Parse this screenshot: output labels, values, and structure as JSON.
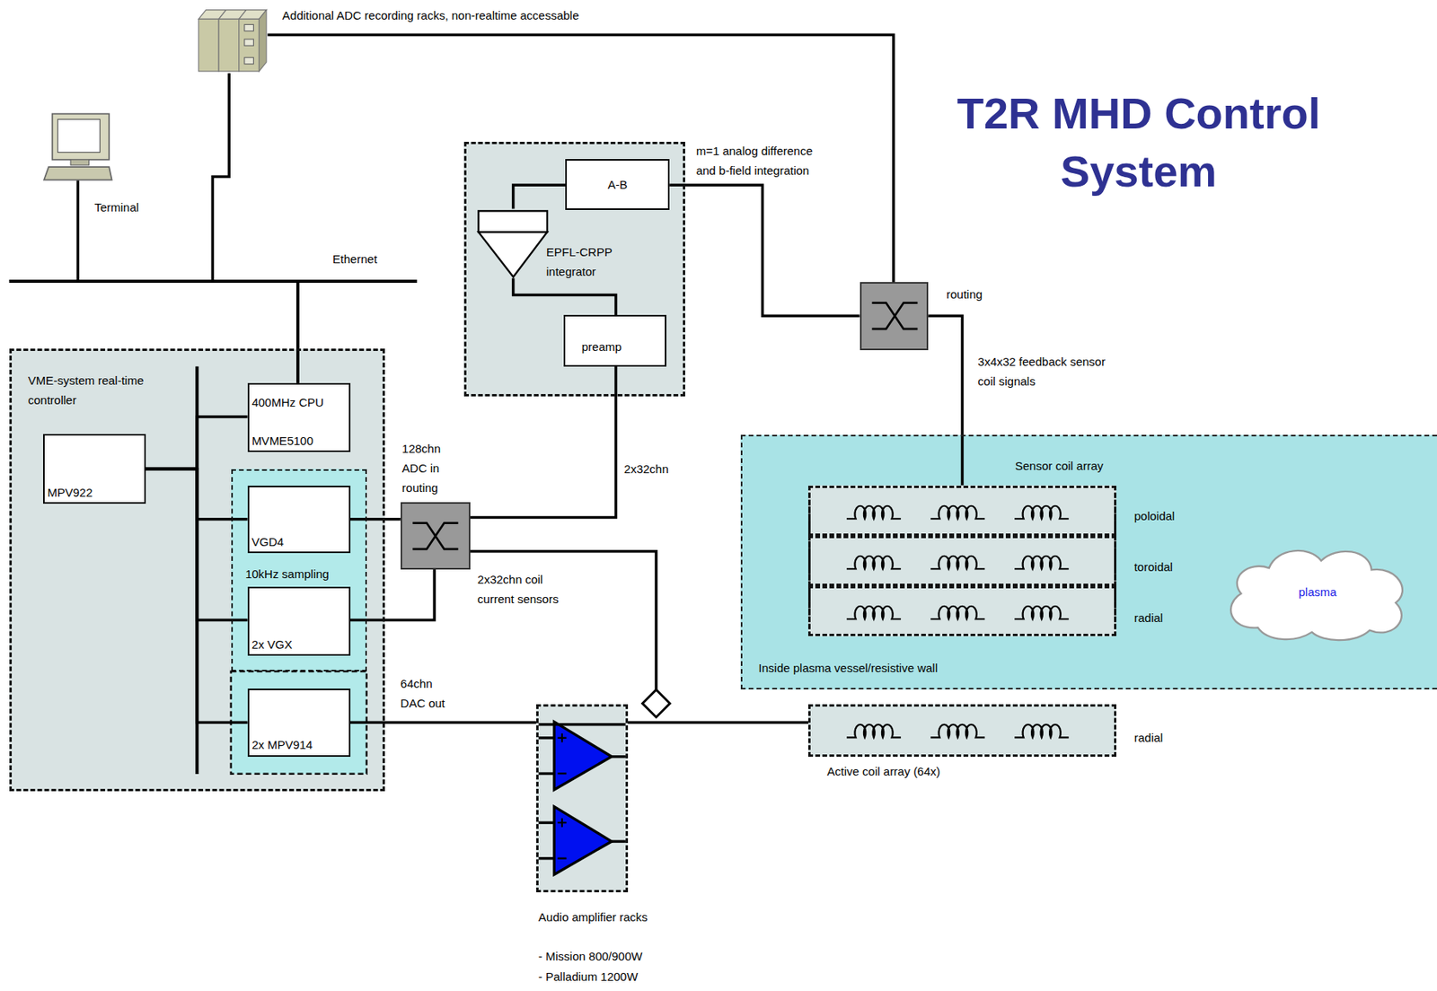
{
  "diagram": {
    "title": "T2R MHD Control System",
    "nodes": [
      {
        "text": [
          "Additional ADC recording racks, non-realtime accessable"
        ]
      },
      {
        "text": [
          "Terminal"
        ]
      },
      {
        "text": [
          "m=1 analog difference and b-field integration"
        ]
      },
      {
        "text": [
          "A-B"
        ],
        "in": 2
      },
      {
        "text": [
          "EPFL-CRPP integrator"
        ],
        "in": 2
      },
      {
        "text": [
          "preamp"
        ],
        "in": 2
      },
      {
        "text": [
          "routing"
        ]
      },
      {
        "text": [
          "VME-system real-time controller"
        ]
      },
      {
        "text": [
          "400MHz CPU",
          "MVME5100"
        ],
        "in": 7
      },
      {
        "text": [
          "MPV922"
        ],
        "in": 7
      },
      {
        "text": [
          "10kHz sampling"
        ],
        "in": 7
      },
      {
        "text": [
          "VGD4"
        ],
        "in": 10
      },
      {
        "text": [
          "2x VGX"
        ],
        "in": 10
      },
      {
        "text": [
          "2x MPV914"
        ],
        "in": 7
      },
      {
        "text": [
          "128chn ADC in routing"
        ]
      },
      {
        "text": [
          "Inside plasma vessel/resistive wall"
        ]
      },
      {
        "text": [
          "Sensor coil array"
        ],
        "in": 15
      },
      {
        "text": [
          "poloidal"
        ],
        "in": 16
      },
      {
        "text": [
          "toroidal"
        ],
        "in": 16
      },
      {
        "text": [
          "radial"
        ],
        "in": 16
      },
      {
        "text": [
          "plasma"
        ],
        "in": 15
      },
      {
        "text": [
          "Audio amplifier racks",
          "- Mission 800/900W",
          "- Palladium 1200W"
        ]
      },
      {
        "text": [
          "radial",
          "Active coil array (64x)"
        ]
      }
    ],
    "edges": [
      {
        "from": 1,
        "to": 8,
        "arrow": "none"
      },
      {
        "from": 0,
        "to": 8,
        "arrow": "none"
      },
      {
        "from": 3,
        "to": 4,
        "arrow": "none"
      },
      {
        "from": 4,
        "to": 5,
        "arrow": "none"
      },
      {
        "from": 5,
        "to": 14,
        "label": "2x32chn",
        "arrow": "none"
      },
      {
        "from": 3,
        "to": 6,
        "arrow": "none"
      },
      {
        "from": 6,
        "to": 0,
        "arrow": "none"
      },
      {
        "from": 16,
        "to": 6,
        "label": "3x4x32 feedback sensor coil signals",
        "arrow": "none"
      },
      {
        "from": 9,
        "to": 8,
        "arrow": "none"
      },
      {
        "from": 9,
        "to": 11,
        "arrow": "none"
      },
      {
        "from": 9,
        "to": 12,
        "arrow": "none"
      },
      {
        "from": 9,
        "to": 13,
        "arrow": "none"
      },
      {
        "from": 11,
        "to": 14,
        "arrow": "none"
      },
      {
        "from": 12,
        "to": 14,
        "arrow": "none"
      },
      {
        "from": 14,
        "to": 21,
        "label": "2x32chn coil current sensors",
        "arrow": "none"
      },
      {
        "from": 13,
        "to": 21,
        "label": "64chn DAC out",
        "arrow": "none"
      },
      {
        "from": 21,
        "to": 22,
        "arrow": "none"
      }
    ],
    "labels": [
      "Ethernet"
    ]
  }
}
